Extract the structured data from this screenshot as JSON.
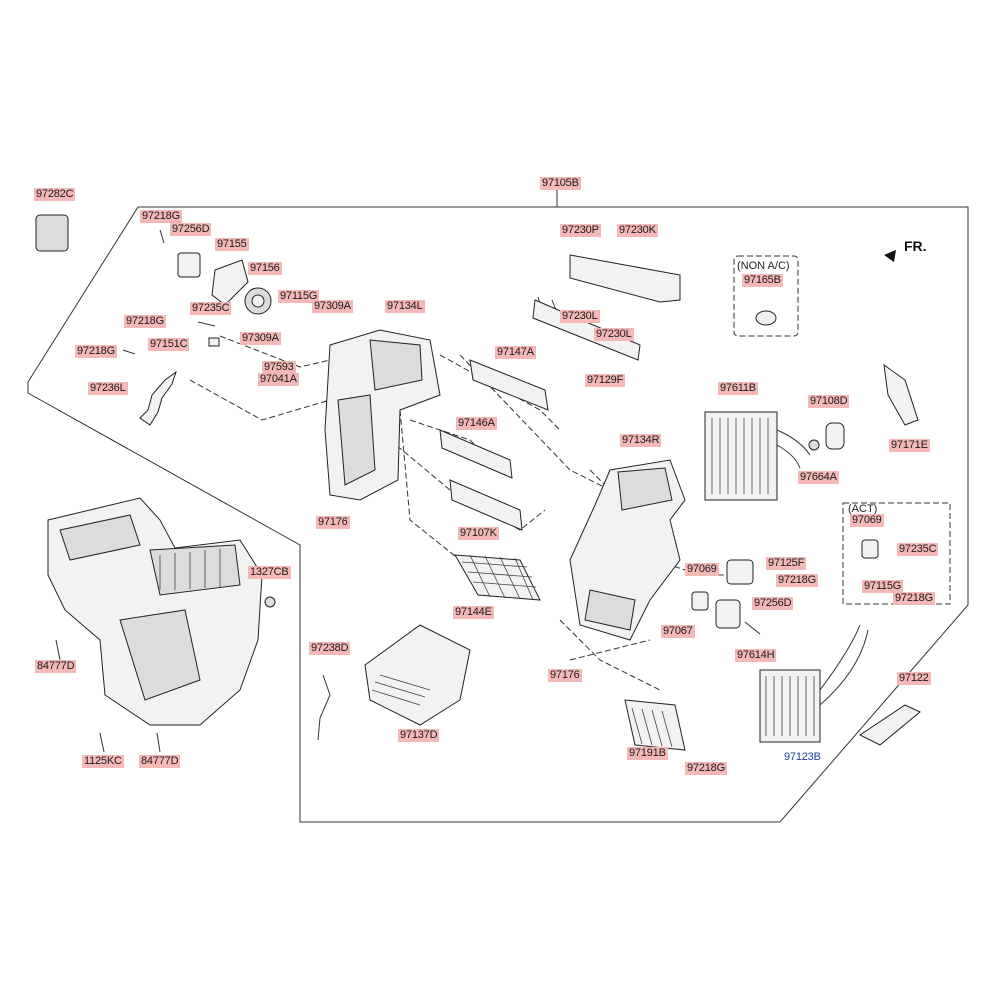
{
  "direction_label": "FR.",
  "notes": {
    "non_ac": "(NON A/C)",
    "act": "(ACT)"
  },
  "labels": {
    "p97105B": "97105B",
    "p97282C": "97282C",
    "p97218G_a": "97218G",
    "p97256D_a": "97256D",
    "p97155": "97155",
    "p97156": "97156",
    "p97115G_a": "97115G",
    "p97309A_a": "97309A",
    "p97134L": "97134L",
    "p97218G_b": "97218G",
    "p97235C_a": "97235C",
    "p97218G_c": "97218G",
    "p97151C": "97151C",
    "p97309A_b": "97309A",
    "p97593": "97593",
    "p97041A": "97041A",
    "p97236L": "97236L",
    "p97230P": "97230P",
    "p97230K": "97230K",
    "p97230L_a": "97230L",
    "p97230L_b": "97230L",
    "p97129F": "97129F",
    "p97147A": "97147A",
    "p97146A": "97146A",
    "p97107K": "97107K",
    "p97144E": "97144E",
    "p97176_a": "97176",
    "p97134R": "97134R",
    "p97165B": "97165B",
    "p97611B": "97611B",
    "p97108D": "97108D",
    "p97664A": "97664A",
    "p97171E": "97171E",
    "p97069_a": "97069",
    "p97235C_b": "97235C",
    "p97115G_b": "97115G",
    "p97218G_d": "97218G",
    "p97125F": "97125F",
    "p97218G_e": "97218G",
    "p97069_b": "97069",
    "p97256D_b": "97256D",
    "p97067": "97067",
    "p97614H": "97614H",
    "p97176_b": "97176",
    "p97122": "97122",
    "p97123B": "97123B",
    "p97191B": "97191B",
    "p97218G_f": "97218G",
    "p97238D": "97238D",
    "p97137D": "97137D",
    "p1327CB": "1327CB",
    "p84777D_a": "84777D",
    "p1125KC": "1125KC",
    "p84777D_b": "84777D"
  }
}
